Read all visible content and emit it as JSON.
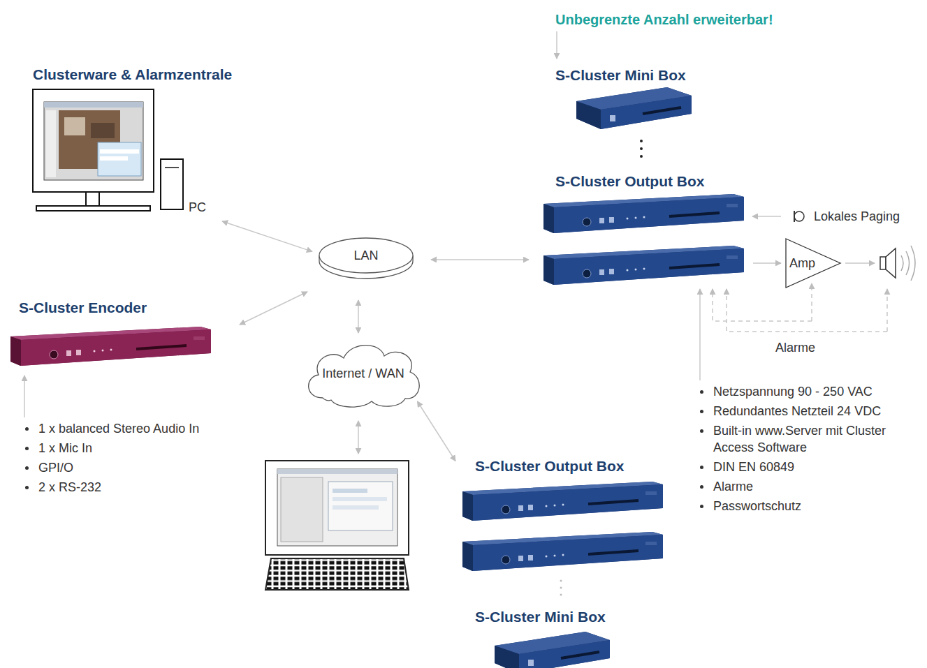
{
  "diagram": {
    "nodes": [
      {
        "text": [
          "Clusterware & Alarmzentrale",
          "PC"
        ]
      },
      {
        "text": [
          "S-Cluster Encoder"
        ]
      },
      {
        "text": [
          "LAN"
        ]
      },
      {
        "text": [
          "Internet / WAN"
        ]
      },
      {
        "text": [
          "S-Cluster Mini Box"
        ]
      },
      {
        "text": [
          "S-Cluster Output Box"
        ]
      },
      {
        "text": [
          "Amp"
        ]
      },
      {
        "text": [
          "S-Cluster Output Box"
        ]
      },
      {
        "text": [
          "S-Cluster Mini Box"
        ]
      }
    ],
    "edges": [
      {
        "from": 0,
        "to": 2,
        "arrow": "both"
      },
      {
        "from": 1,
        "to": 2,
        "arrow": "both"
      },
      {
        "from": 2,
        "to": 5,
        "arrow": "both"
      },
      {
        "from": 2,
        "to": 3,
        "arrow": "both"
      },
      {
        "from": 3,
        "to": 7,
        "arrow": "both"
      },
      {
        "from": 5,
        "to": 6,
        "arrow": "to"
      }
    ],
    "labels": [
      "Unbegrenzte Anzahl erweiterbar!",
      "Lokales Paging",
      "Alarme",
      "1 x balanced Stereo Audio In",
      "1 x Mic In",
      "GPI/O",
      "2 x RS-232",
      "Netzspannung 90 - 250 VAC",
      "Redundantes Netzteil 24 VDC",
      "Built-in www.Server mit Cluster Access Software",
      "DIN EN 60849",
      "Alarme",
      "Passwortschutz"
    ]
  }
}
